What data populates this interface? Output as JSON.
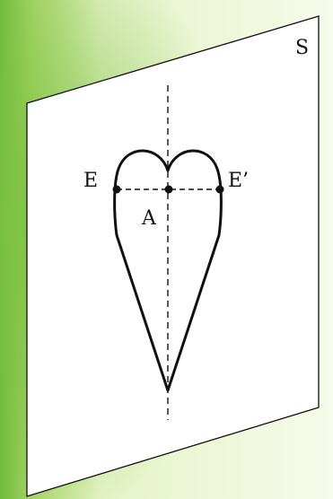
{
  "diagram": {
    "labels": {
      "plane": "S",
      "left_point": "E",
      "right_point": "E’",
      "center_point": "A"
    },
    "colors": {
      "background_left": "#6fba3c",
      "background_light": "#eef7d6",
      "plane_fill": "#ffffff",
      "ink": "#111111"
    }
  }
}
